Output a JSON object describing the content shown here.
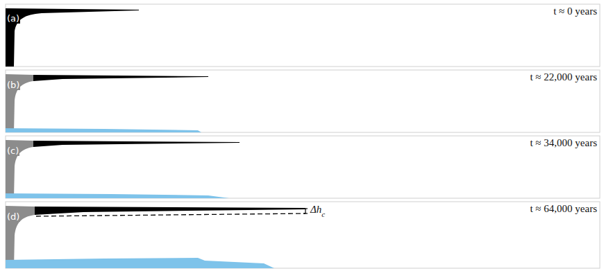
{
  "diagram": {
    "labels": [
      "(a)",
      "t ≈ 0 years",
      "(b)",
      "t ≈ 22,000 years",
      "(c)",
      "t ≈ 34,000 years",
      "(d)",
      "t ≈ 64,000 years",
      "Δh",
      "c"
    ]
  }
}
